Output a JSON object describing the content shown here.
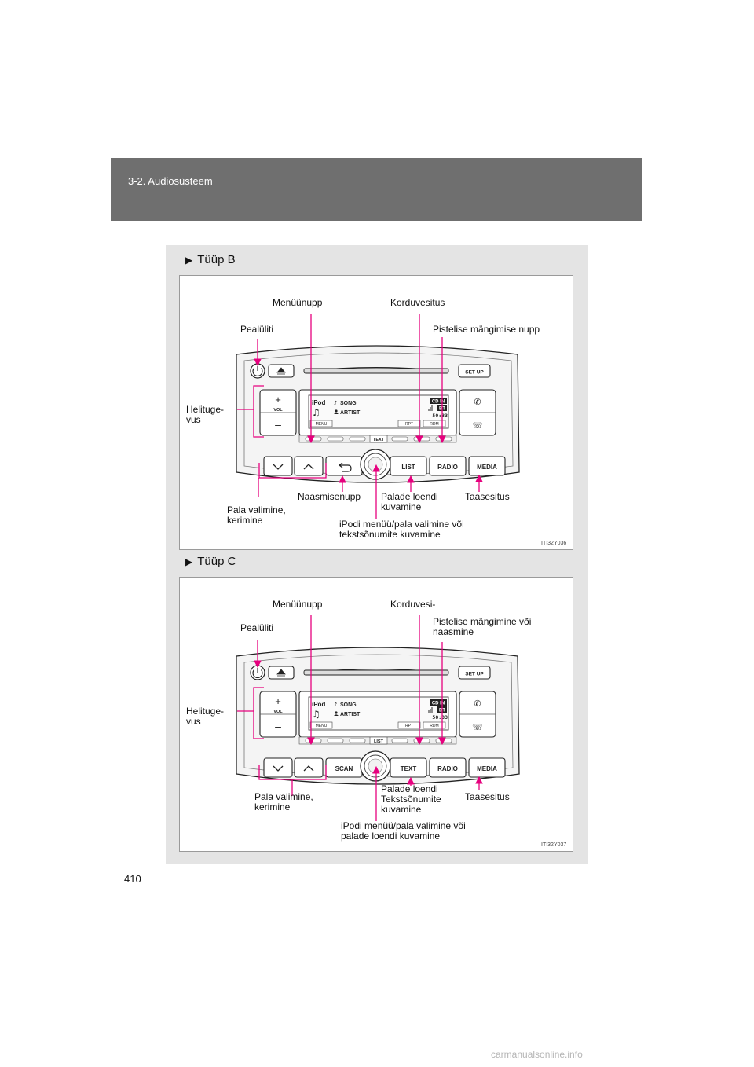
{
  "header": {
    "section": "3-2. Audiosüsteem"
  },
  "page_number": "410",
  "watermark": "carmanualsonline.info",
  "sections": [
    {
      "title": "Tüüp B",
      "figure_code": "ITI32Y036",
      "labels": {
        "menu": "Menüünupp",
        "repeat": "Korduvesitus",
        "power": "Pealüliti",
        "shuffle": "Pistelise mängimise nupp",
        "volume": "Helituge-\nvus",
        "back": "Naasmisenupp",
        "list": "Palade loendi\nkuvamine",
        "playback": "Taasesitus",
        "track": "Pala valimine,\nkerimine",
        "knob": "iPodi menüü/pala valimine või\ntekstsõnumite kuvamine"
      },
      "device": {
        "setup": "SET UP",
        "vol": "VOL",
        "ipod": "iPod",
        "song": "SONG",
        "artist": "ARTIST",
        "cdin": "CD IN",
        "bt": "BT",
        "time": "50:33",
        "menu_key": "MENU",
        "rpt": "RPT",
        "rdm": "RDM",
        "center_key": "TEXT",
        "btn_list": "LIST",
        "btn_radio": "RADIO",
        "btn_media": "MEDIA"
      }
    },
    {
      "title": "Tüüp C",
      "figure_code": "ITI32Y037",
      "labels": {
        "menu": "Menüünupp",
        "repeat": "Korduvesi-",
        "power": "Pealüliti",
        "shuffle": "Pistelise mängimine või\nnaasmine",
        "volume": "Helituge-\nvus",
        "list": "Palade loendi\nTekstsõnumite\nkuvamine",
        "playback": "Taasesitus",
        "track": "Pala valimine,\nkerimine",
        "knob": "iPodi menüü/pala valimine või\npalade loendi kuvamine"
      },
      "device": {
        "setup": "SET UP",
        "vol": "VOL",
        "ipod": "iPod",
        "song": "SONG",
        "artist": "ARTIST",
        "cdin": "CD IN",
        "bt": "BT",
        "time": "50:33",
        "menu_key": "MENU",
        "rpt": "RPT",
        "rdm": "RDM",
        "center_key": "LIST",
        "btn_scan": "SCAN",
        "btn_text": "TEXT",
        "btn_radio": "RADIO",
        "btn_media": "MEDIA"
      }
    }
  ],
  "colors": {
    "leader": "#e6007e",
    "header": "#6f6f6f",
    "panel": "#e4e4e4"
  }
}
